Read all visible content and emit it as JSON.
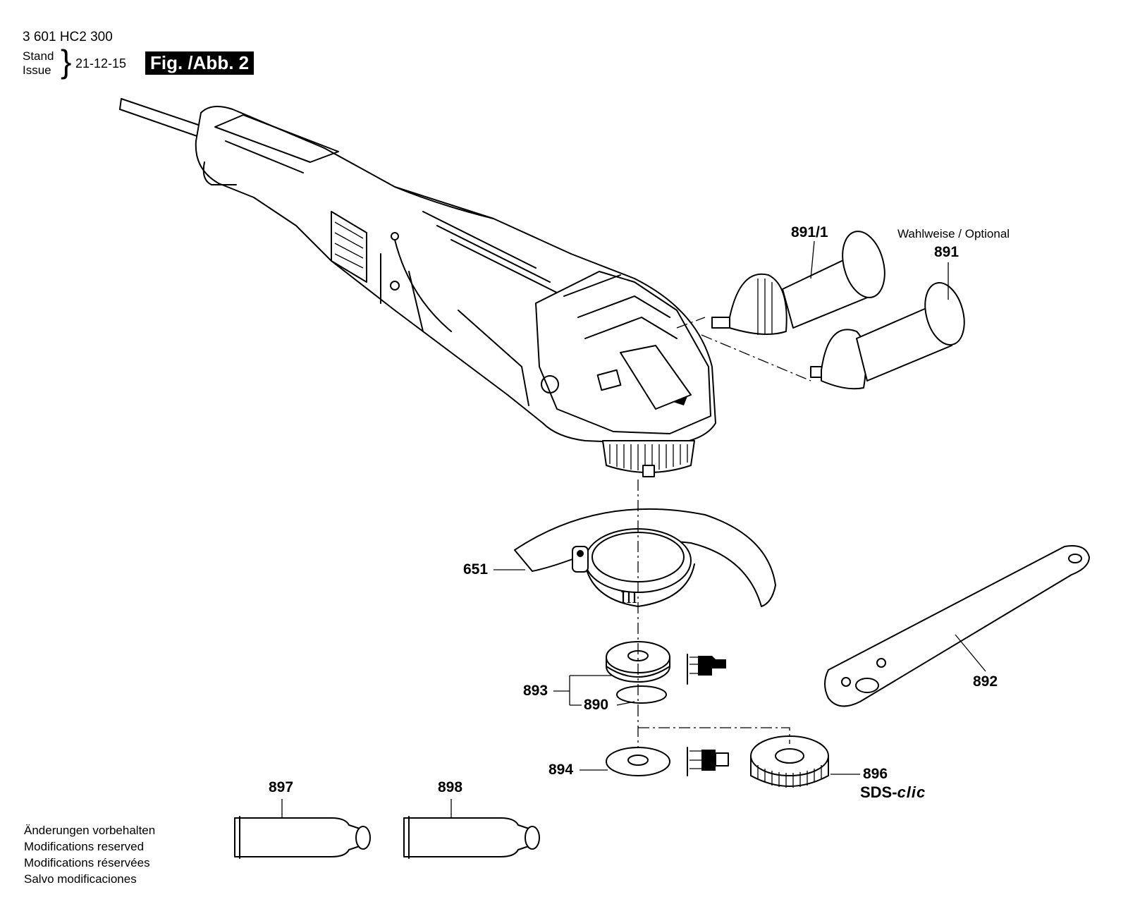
{
  "header": {
    "doc_number": "3 601 HC2 300",
    "stand_label": "Stand",
    "issue_label": "Issue",
    "issue_date": "21-12-15",
    "figure_label": "Fig. /Abb. 2"
  },
  "parts": {
    "p891_1": "891/1",
    "p891": "891",
    "optional_note": "Wahlweise / Optional",
    "p651": "651",
    "p892": "892",
    "p893": "893",
    "p890": "890",
    "p894": "894",
    "p896": "896",
    "sds_prefix": "SDS-",
    "sds_suffix": "clic",
    "p897": "897",
    "p898": "898"
  },
  "modifications": [
    "Änderungen vorbehalten",
    "Modifications reserved",
    "Modifications réservées",
    "Salvo modificaciones"
  ]
}
